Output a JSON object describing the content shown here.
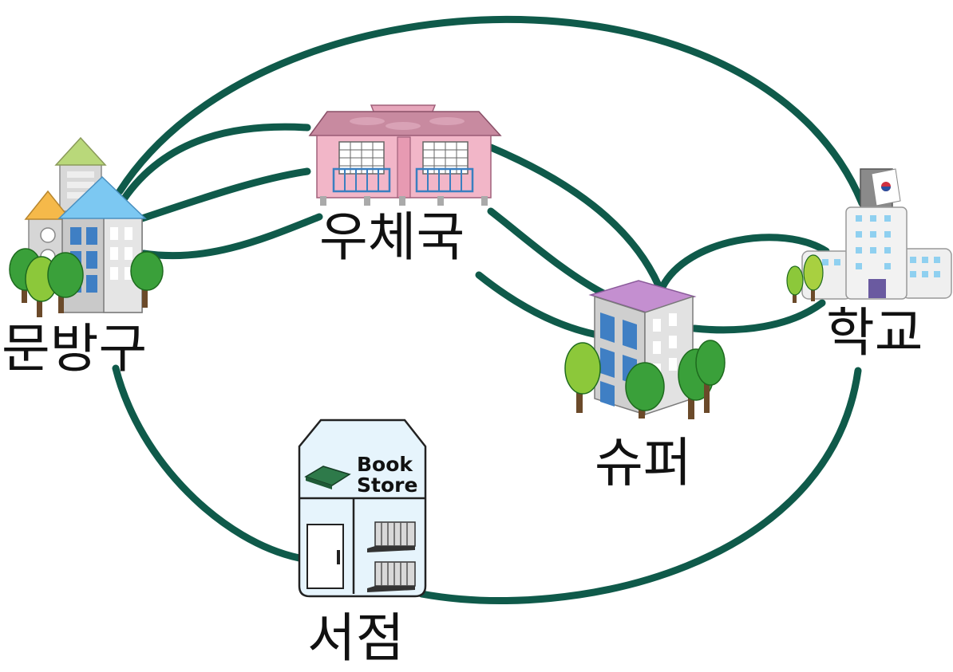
{
  "places": {
    "stationery": "문방구",
    "post_office": "우체국",
    "supermarket": "슈퍼",
    "school": "학교",
    "bookstore": "서점"
  },
  "bookstore_sign": {
    "line1": "Book",
    "line2": "Store"
  },
  "colors": {
    "route": "#0f5a4a",
    "post_office_roof": "#c88aa0",
    "post_office_wall": "#f2b6c8",
    "supermarket_roof": "#c48fd0",
    "bookstore_body": "#e6f4fc"
  }
}
